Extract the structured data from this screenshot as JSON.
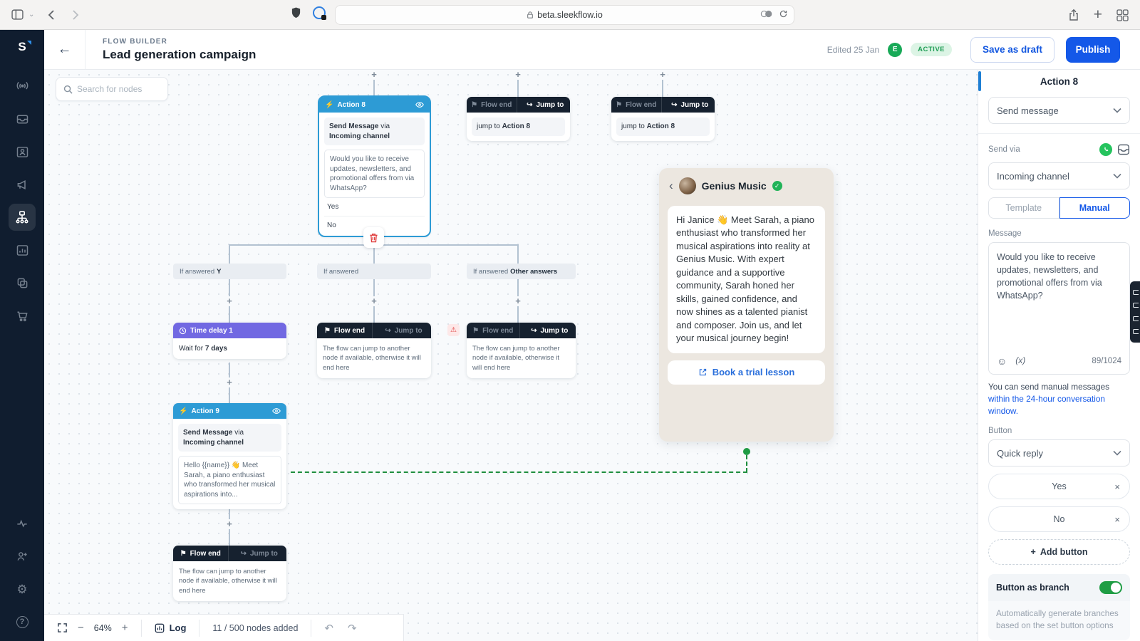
{
  "icons": {
    "plus": "+",
    "bolt": "⚡",
    "flag": "⚑",
    "jump": "↪",
    "warning": "⚠",
    "close": "×",
    "emoji": "☺",
    "variable": "(x)",
    "undo": "↶",
    "redo": "↷",
    "back": "‹",
    "check": "✓",
    "gear": "⚙",
    "help": "?",
    "back_arrow": "←",
    "minus": "−",
    "new_tab_plus": "+"
  },
  "browser": {
    "url_host": "beta.sleekflow.io"
  },
  "sidebar": {
    "logo": "S",
    "icons": [
      "broadcast",
      "inbox",
      "contacts",
      "campaigns",
      "flow-builder",
      "analytics",
      "integrations",
      "commerce"
    ],
    "footer_icons": [
      "activity",
      "invite-user",
      "settings",
      "help"
    ]
  },
  "header": {
    "eyebrow": "FLOW BUILDER",
    "title": "Lead generation campaign",
    "edited": "Edited 25 Jan",
    "avatar_initial": "E",
    "status": "ACTIVE",
    "save_draft": "Save as draft",
    "publish": "Publish"
  },
  "canvas": {
    "search_placeholder": "Search for nodes",
    "labels": {
      "flow_end": "Flow end",
      "jump_to": "Jump to"
    },
    "action8": {
      "title": "Action 8",
      "sub_b1": "Send Message",
      "sub_mid": " via ",
      "sub_b2": "Incoming channel",
      "message": "Would you like to receive updates, newsletters, and promotional offers from via WhatsApp?",
      "options": [
        "Yes",
        "No"
      ]
    },
    "jump_body": {
      "prefix": "jump to ",
      "target": "Action 8"
    },
    "conditions": [
      {
        "prefix": "If answered",
        "bold": "Y"
      },
      {
        "prefix": "If answered",
        "bold": ""
      },
      {
        "prefix": "If answered",
        "bold": "Other answers"
      }
    ],
    "time_delay": {
      "title": "Time delay 1",
      "prefix": "Wait for ",
      "bold": "7 days"
    },
    "flow_end_body": "The flow can jump to another node if available, otherwise it will end here",
    "action9": {
      "title": "Action 9",
      "sub_b1": "Send Message",
      "sub_mid": " via ",
      "sub_b2": "Incoming channel",
      "message": "Hello {{name}} 👋 Meet Sarah, a piano enthusiast who transformed her musical aspirations into..."
    },
    "footer": {
      "zoom": "64%",
      "log": "Log",
      "count": "11 / 500 nodes added"
    }
  },
  "preview": {
    "name": "Genius Music",
    "message": "Hi Janice 👋 Meet Sarah, a piano enthusiast who transformed her musical aspirations into reality at Genius Music. With expert guidance and a supportive community, Sarah honed her skills, gained confidence, and now shines as a talented pianist and composer. Join us, and let your musical journey begin!",
    "cta": "Book a trial lesson"
  },
  "panel": {
    "title": "Action 8",
    "action_select": "Send message",
    "send_via": "Send via",
    "channel_select": "Incoming channel",
    "tab_template": "Template",
    "tab_manual": "Manual",
    "message_label": "Message",
    "message_value": "Would you like to receive updates, newsletters, and promotional offers from via WhatsApp?",
    "counter": "89/1024",
    "note_plain": "You can send manual messages ",
    "note_link": "within the 24-hour conversation window.",
    "button_label": "Button",
    "button_type": "Quick reply",
    "quick_replies": [
      "Yes",
      "No"
    ],
    "add_button": "Add button",
    "branch_label": "Button as branch",
    "branch_desc": "Automatically generate branches based on the set button options"
  },
  "colors": {
    "primary": "#1458e8",
    "node_blue": "#2d9bd5",
    "node_purple": "#7168e2",
    "node_dark": "#16212f",
    "green": "#1f9d44",
    "status_bg": "#dcf4e5",
    "status_text": "#1f9d55"
  }
}
